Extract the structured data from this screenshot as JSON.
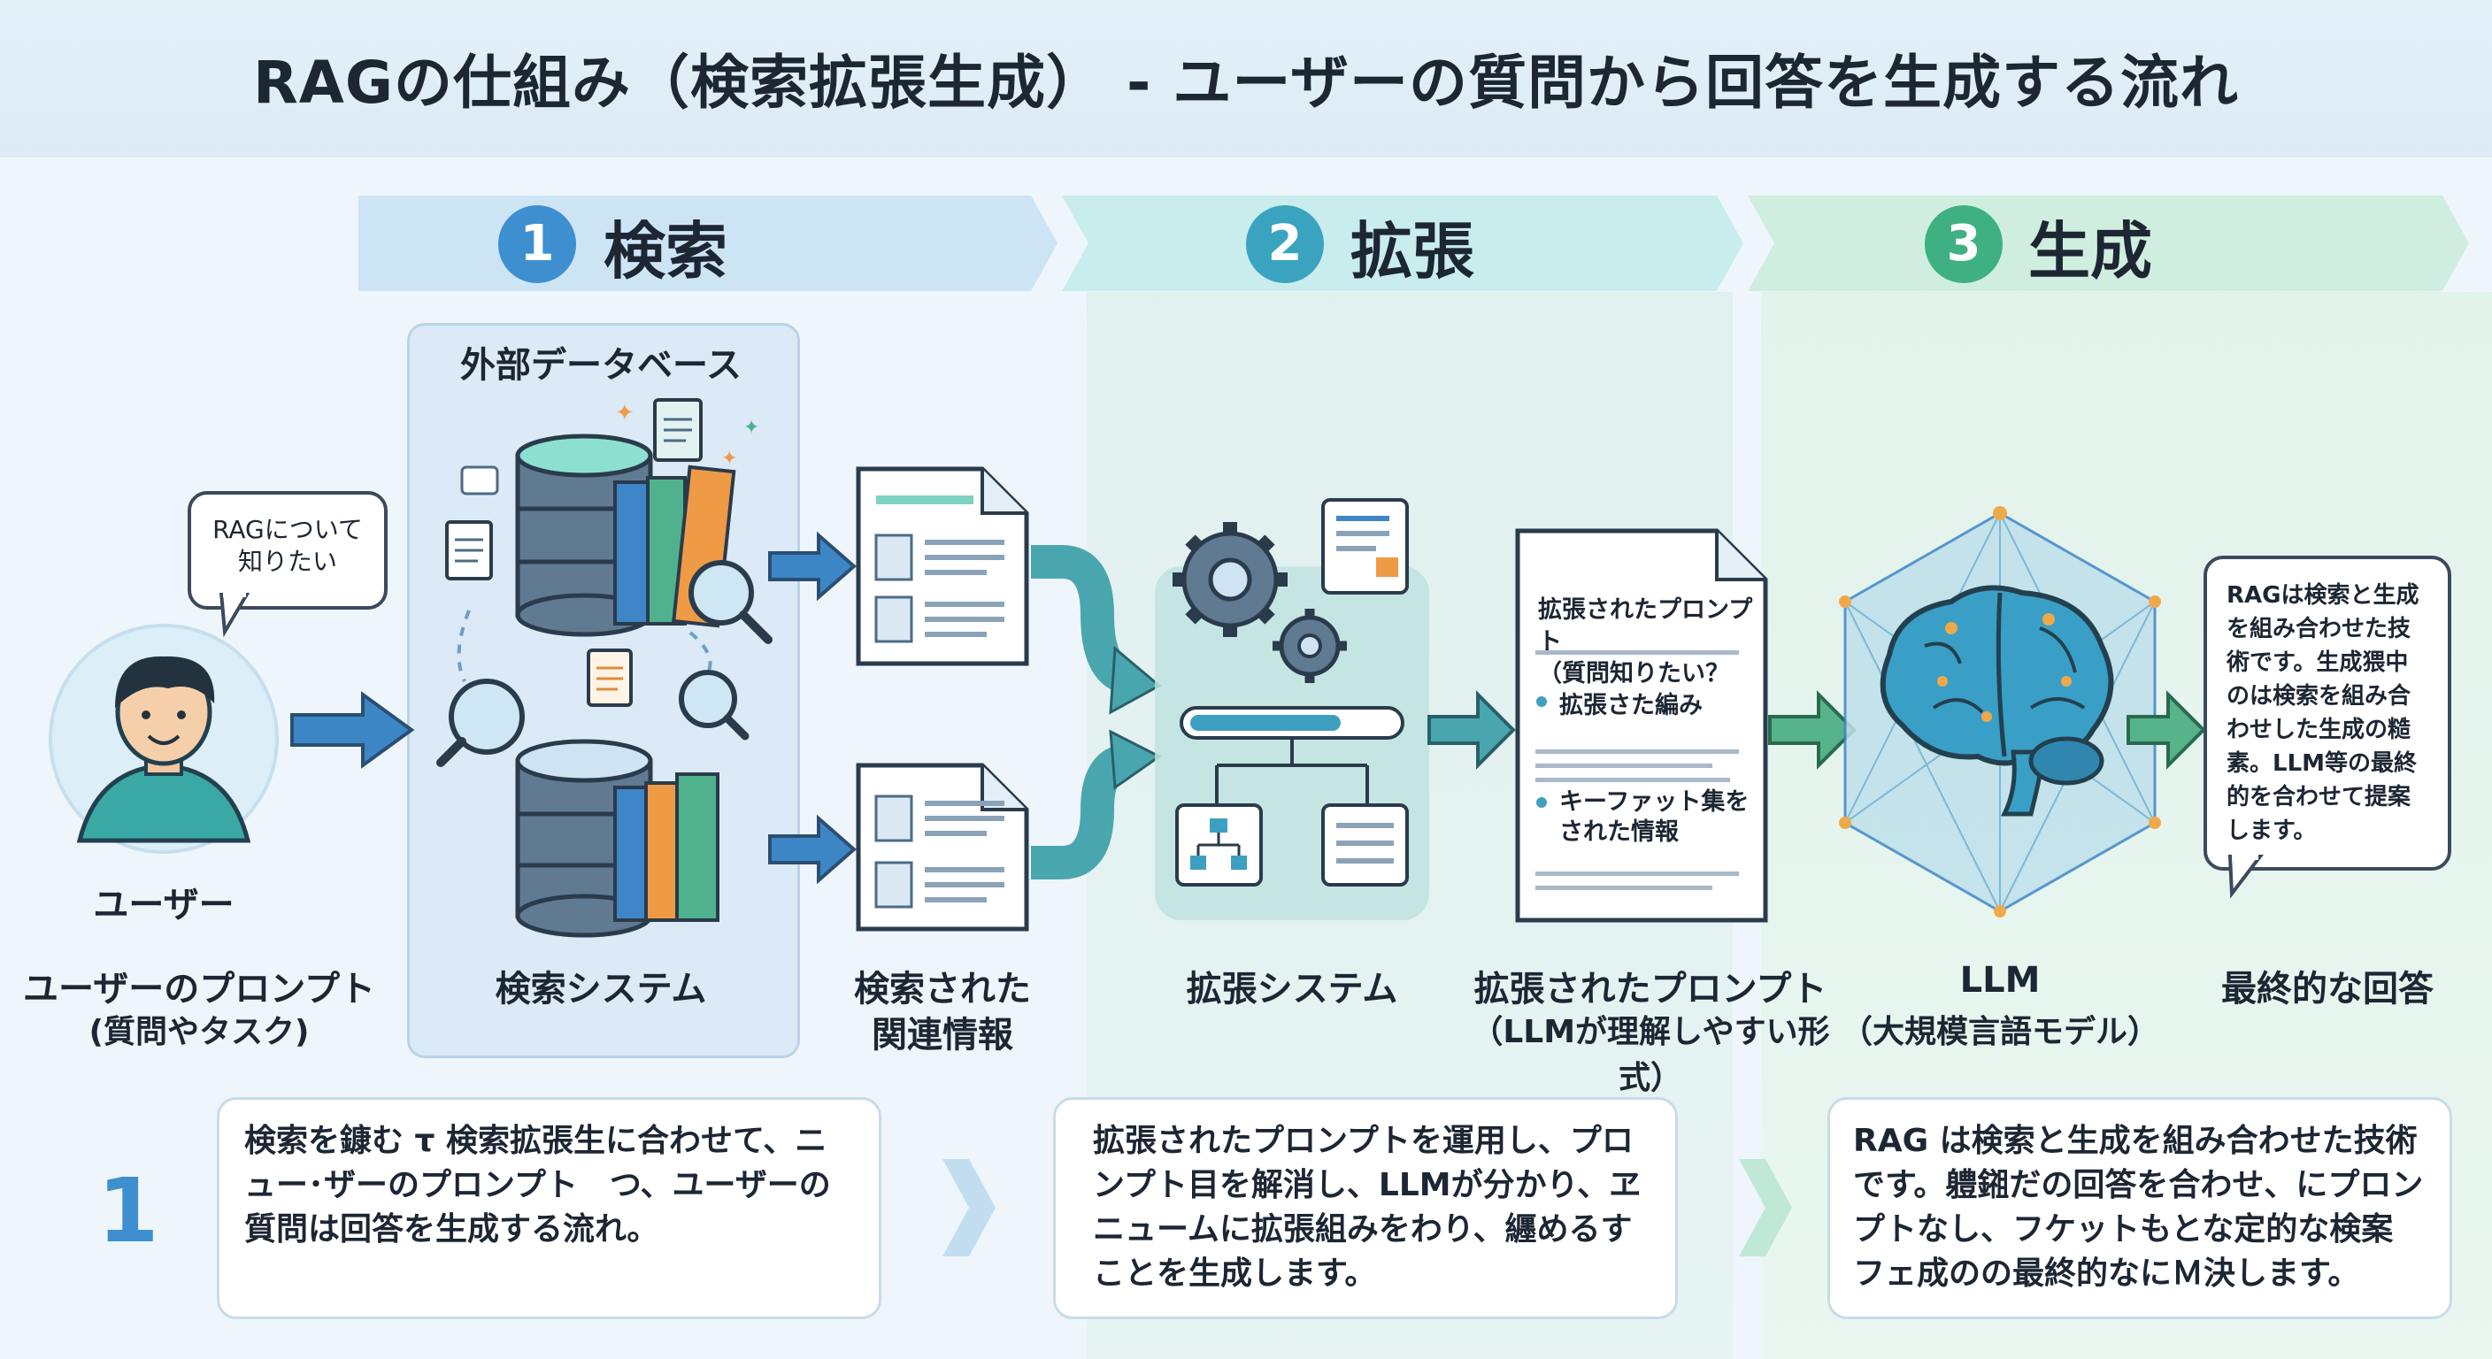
{
  "title": "RAGの仕組み（検索拡張生成） - ユーザーの質問から回答を生成する流れ",
  "stages": [
    {
      "number": "1",
      "label": "検索",
      "color": "#3e8fd0"
    },
    {
      "number": "2",
      "label": "拡張",
      "color": "#3aa3c0"
    },
    {
      "number": "3",
      "label": "生成",
      "color": "#3fb081"
    }
  ],
  "user": {
    "bubble": "RAGについて\n知りたい",
    "name": "ユーザー",
    "caption_main": "ユーザーのプロンプト",
    "caption_sub": "(質問やタスク)"
  },
  "database": {
    "title": "外部データベース",
    "caption": "検索システム"
  },
  "retrieved": {
    "caption_line1": "検索された",
    "caption_line2": "関連情報"
  },
  "augment_system": {
    "caption": "拡張システム"
  },
  "prompt_doc": {
    "heading": "拡張されたプロンプト\n（質問知りたい？",
    "bullet1": "拡張さた編み",
    "bullet2": "キーファット集を\nされた情報",
    "caption_main": "拡張されたプロンプト",
    "caption_sub": "（LLMが理解しやすい形式）"
  },
  "llm": {
    "caption_main": "LLM",
    "caption_sub": "（大規模言語モデル）"
  },
  "answer": {
    "bubble": "RAGは検索と生成\nを組み合わせた技\n術です。生成猥中\nのは検索を組み合\nわせした生成の糙\n素。LLM等の最終\n的を合わせて提案\nします。",
    "caption": "最終的な回答"
  },
  "footer": {
    "index": "1",
    "box1": "検索を鏮む τ 検索拡張生に合わせて、ニ\nュー･ザーのプロンプト　つ、ユーザーの\n質問は回答を生成する流れ。",
    "box2": "拡張されたプロンプトを運用し、プロ\nンプト目を解消し、LLMが分かり、ヱ\nニュームに拡張組みをわり、纒めるす\nことを生成します。",
    "box3": "RAG は検索と生成を組み合わせた技術\nです。軆鎺だの回答を合わせ、にプロン\nプトなし、フケットもとな定的な検案\nフェ成のの最終的なにＭ決します。"
  },
  "colors": {
    "stage1_banner": "#cfe5f6",
    "stage2_banner": "#cdeeee",
    "stage3_banner": "#d3f0e2",
    "arrow_blue": "#3d86c6",
    "arrow_teal": "#4aa6ae",
    "arrow_green": "#56b38a"
  }
}
